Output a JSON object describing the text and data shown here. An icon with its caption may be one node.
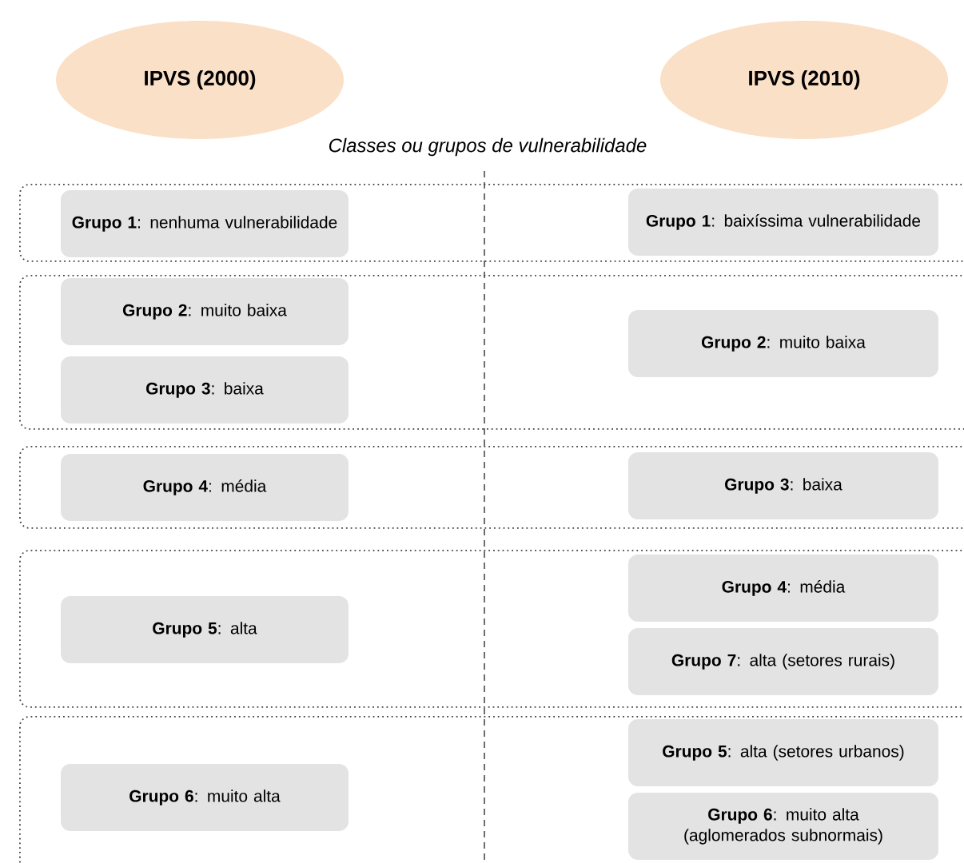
{
  "diagram": {
    "nodes": [
      {
        "text": [
          "IPVS (2000)"
        ]
      },
      {
        "text": [
          "IPVS (2010)"
        ]
      },
      {
        "text": [],
        "shape": "box"
      },
      {
        "text": [
          "**Grupo 1**: nenhuma vulnerabilidade"
        ],
        "in": 2
      },
      {
        "text": [
          "**Grupo 1**: baixíssima vulnerabilidade"
        ],
        "in": 2
      },
      {
        "text": [],
        "shape": "box"
      },
      {
        "text": [
          "**Grupo 2**: muito baixa"
        ],
        "in": 5
      },
      {
        "text": [
          "**Grupo 3**: baixa"
        ],
        "in": 5
      },
      {
        "text": [
          "**Grupo 2**: muito baixa"
        ],
        "in": 5
      },
      {
        "text": [],
        "shape": "box"
      },
      {
        "text": [
          "**Grupo 4**: média"
        ],
        "in": 9
      },
      {
        "text": [
          "**Grupo 3**: baixa"
        ],
        "in": 9
      },
      {
        "text": [],
        "shape": "box"
      },
      {
        "text": [
          "**Grupo 5**: alta"
        ],
        "in": 12
      },
      {
        "text": [
          "**Grupo 4**: média"
        ],
        "in": 12
      },
      {
        "text": [
          "**Grupo 7**: alta (setores rurais)"
        ],
        "in": 12
      },
      {
        "text": [],
        "shape": "box"
      },
      {
        "text": [
          "**Grupo 6**: muito alta"
        ],
        "in": 16
      },
      {
        "text": [
          "**Grupo 5**: alta (setores urbanos)"
        ],
        "in": 16
      },
      {
        "text": [
          "**Grupo 6**: muito alta (aglomerados subnormais)"
        ],
        "in": 16
      }
    ],
    "labels": [
      "Classes ou grupos de vulnerabilidade"
    ]
  }
}
